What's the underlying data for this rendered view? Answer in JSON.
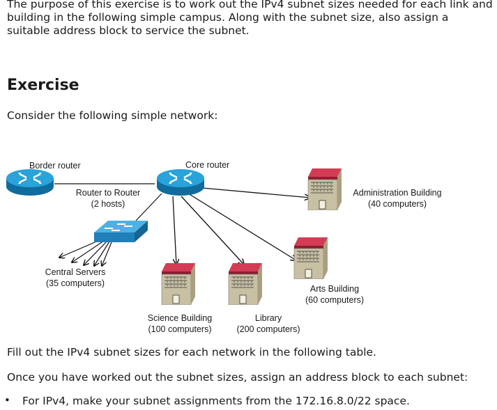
{
  "intro": "The purpose of this exercise is to work out the IPv4 subnet sizes needed for each link and building in the following simple campus. Along with the subnet size, also assign a suitable address block to service the subnet.",
  "heading": "Exercise",
  "consider": "Consider the following simple network:",
  "diagram": {
    "border_router": "Border router",
    "core_router": "Core router",
    "r2r_line1": "Router to Router",
    "r2r_line2": "(2 hosts)",
    "admin_line1": "Administration Building",
    "admin_line2": "(40 computers)",
    "servers_line1": "Central Servers",
    "servers_line2": "(35 computers)",
    "arts_line1": "Arts Building",
    "arts_line2": "(60 computers)",
    "science_line1": "Science Building",
    "science_line2": "(100 computers)",
    "library_line1": "Library",
    "library_line2": "(200 computers)"
  },
  "fill_out": "Fill out the IPv4 subnet sizes for each network in the following table.",
  "once": "Once you have worked out the subnet sizes, assign an address block to each subnet:",
  "bullet": "For IPv4, make your subnet assignments from the 172.16.8.0/22 space.",
  "colors": {
    "router": "#1a8fc9",
    "switch": "#3aa0d8",
    "roof": "#c0304a",
    "wall": "#c9c0a0"
  }
}
